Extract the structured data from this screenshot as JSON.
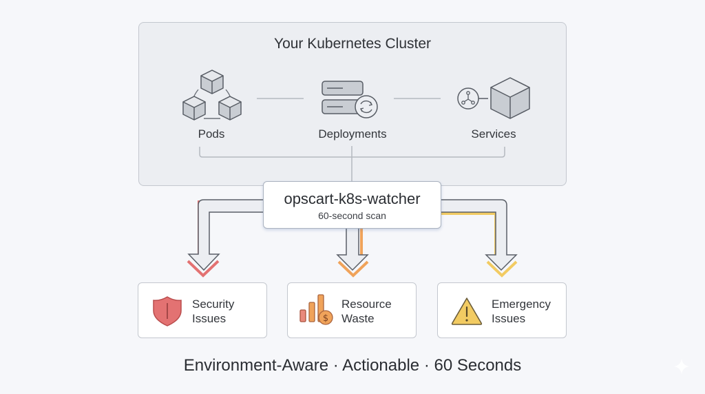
{
  "cluster": {
    "title": "Your Kubernetes Cluster",
    "nodes": [
      {
        "label": "Pods",
        "icon": "pods-cubes-icon"
      },
      {
        "label": "Deployments",
        "icon": "deployments-sync-icon"
      },
      {
        "label": "Services",
        "icon": "service-network-icon"
      }
    ]
  },
  "watcher": {
    "title": "opscart-k8s-watcher",
    "subtitle": "60-second scan"
  },
  "outputs": [
    {
      "line1": "Security",
      "line2": "Issues",
      "icon": "shield-icon",
      "color": "#e37272"
    },
    {
      "line1": "Resource",
      "line2": "Waste",
      "icon": "bar-chart-dollar-icon",
      "color": "#f0a35a"
    },
    {
      "line1": "Emergency",
      "line2": "Issues",
      "icon": "warning-triangle-icon",
      "color": "#f2cb62"
    }
  ],
  "tagline": "Environment-Aware · Actionable · 60 Seconds",
  "colors": {
    "security": "#e37272",
    "waste": "#f0a35a",
    "emergency": "#f2cb62",
    "arrow_fill": "#eceef2",
    "stroke": "#5a5f67"
  }
}
